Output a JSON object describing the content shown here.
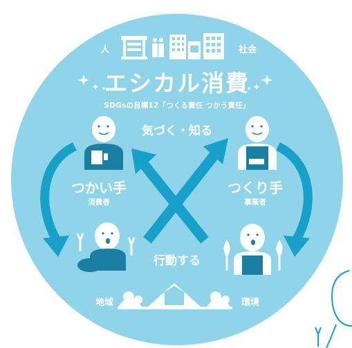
{
  "title": "エシカル消費",
  "subtitle": "SDGsの目標12「つくる責任 つかう責任」",
  "top_label": "気づく・知る",
  "bottom_label": "行動する",
  "consumer": {
    "label": "つかい手",
    "sub": "消費者"
  },
  "producer": {
    "label": "つくり手",
    "sub": "事業者"
  },
  "corners": {
    "person": "人",
    "society": "社会",
    "region": "地域",
    "environment": "環境"
  },
  "colors": {
    "circle": "#8fd4e8",
    "arrow": "#17a0c9",
    "white": "#ffffff",
    "skin": "#ffffff",
    "dark": "#1a7fa3"
  }
}
